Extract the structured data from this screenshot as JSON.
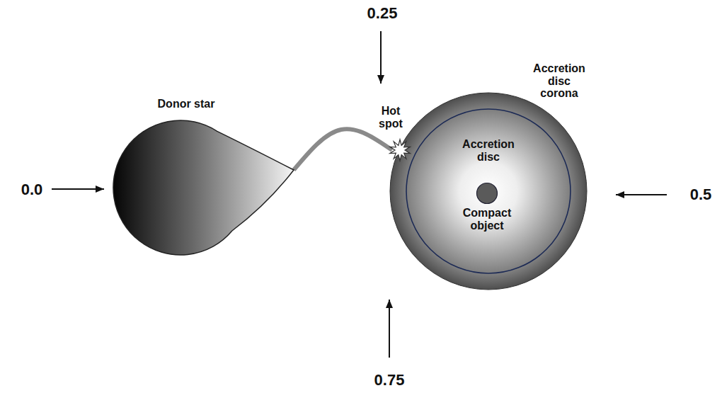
{
  "diagram": {
    "nodes": [
      {
        "text": [
          "Donor star"
        ]
      },
      {
        "text": [
          "Hot spot"
        ]
      },
      {
        "text": [
          "Accretion disc corona"
        ]
      },
      {
        "text": [
          "Accretion disc"
        ],
        "in": 2
      },
      {
        "text": [
          "Compact object"
        ],
        "in": 3
      }
    ],
    "edges": [
      {
        "from": 0,
        "to": 1,
        "arrow": "none"
      }
    ],
    "labels": [
      "0.0",
      "0.25",
      "0.5",
      "0.75"
    ]
  }
}
